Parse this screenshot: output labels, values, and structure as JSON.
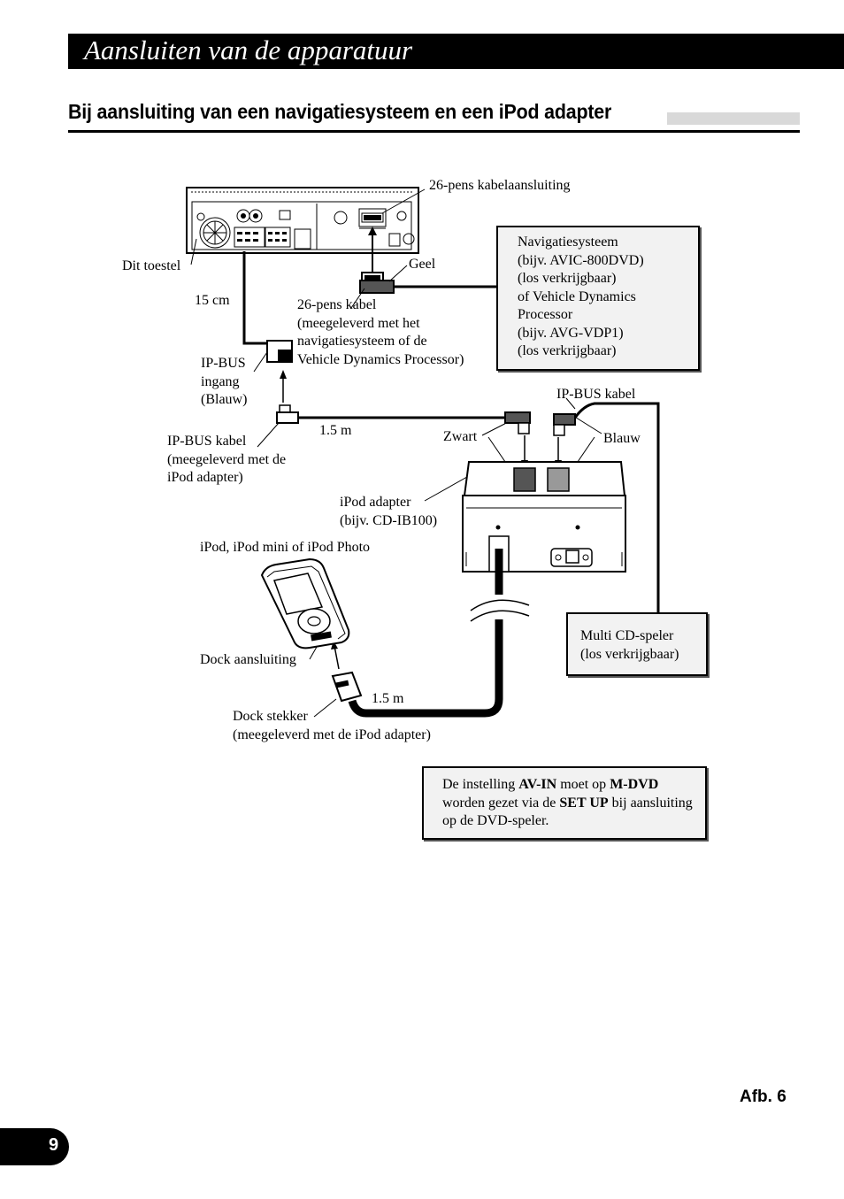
{
  "header": {
    "title": "Aansluiten van de apparatuur"
  },
  "section": {
    "title": "Bij aansluiting van een navigatiesysteem en een iPod adapter"
  },
  "labels": {
    "connector_26pin": "26-pens kabelaansluiting",
    "this_unit": "Dit toestel",
    "yellow": "Geel",
    "cable_15cm": "15 cm",
    "cable_26pin": [
      "26-pens kabel",
      "(meegeleverd met het",
      "navigatiesysteem of de",
      "Vehicle Dynamics Processor)"
    ],
    "ipbus_input": [
      "IP-BUS",
      "ingang",
      "(Blauw)"
    ],
    "ipbus_cable_right": "IP-BUS kabel",
    "ipbus_cable_left": [
      "IP-BUS kabel",
      "(meegeleverd met de",
      "iPod adapter)"
    ],
    "length_1": "1.5 m",
    "black": "Zwart",
    "blue": "Blauw",
    "ipod_adapter": [
      "iPod adapter",
      "(bijv. CD-IB100)"
    ],
    "ipod_models": "iPod, iPod mini of iPod Photo",
    "dock_connector": "Dock aansluiting",
    "length_2": "1.5 m",
    "dock_plug": [
      "Dock stekker",
      "(meegeleverd met de iPod adapter)"
    ]
  },
  "nav_box": [
    "Navigatiesysteem",
    "(bijv. AVIC-800DVD)",
    "(los verkrijgbaar)",
    "of Vehicle Dynamics",
    "Processor",
    "(bijv. AVG-VDP1)",
    "(los verkrijgbaar)"
  ],
  "cd_box": [
    "Multi CD-speler",
    "(los verkrijgbaar)"
  ],
  "note": {
    "p1": "De instelling ",
    "b1": "AV-IN",
    "p2": " moet op ",
    "b2": "M-DVD",
    "p3": " worden gezet via de ",
    "b3": "SET UP",
    "p4": " bij aansluiting op de DVD-speler."
  },
  "figure_label": "Afb. 6",
  "page_number": "9"
}
